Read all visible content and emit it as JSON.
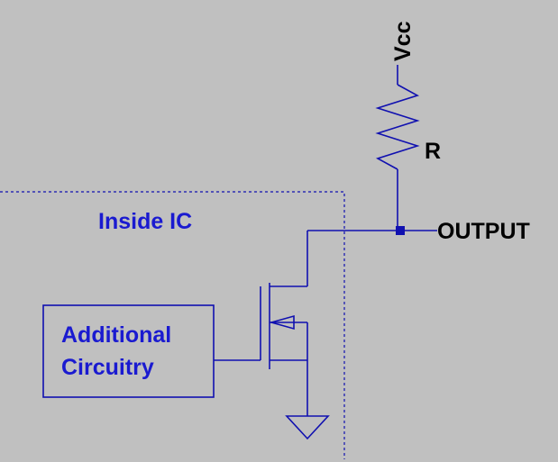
{
  "labels": {
    "supply": "Vcc",
    "resistor": "R",
    "output": "OUTPUT",
    "ic_boundary": "Inside IC",
    "block_line1": "Additional",
    "block_line2": "Circuitry"
  },
  "colors": {
    "background": "#c0c0c0",
    "wire": "#1010b0",
    "blue_text": "#1a1ad0",
    "black_text": "#000000"
  }
}
